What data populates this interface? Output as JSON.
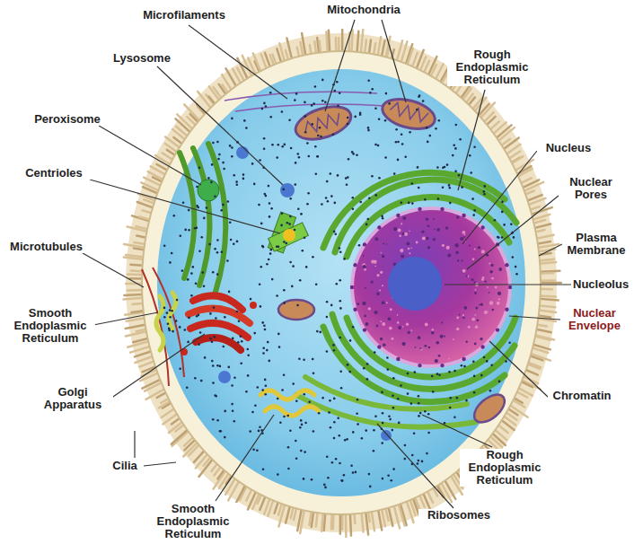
{
  "diagram": {
    "labels": [
      "Microfilaments",
      "Mitochondria",
      "Lysosome",
      "Rough Endoplasmic Reticulum",
      "Peroxisome",
      "Nucleus",
      "Nuclear Pores",
      "Centrioles",
      "Plasma Membrane",
      "Microtubules",
      "Smooth Endoplasmic Reticulum",
      "Nucleolus",
      "Nuclear Envelope",
      "Golgi Apparatus",
      "Chromatin",
      "Cilia",
      "Rough Endoplasmic Reticulum",
      "Smooth Endoplasmic Reticulum",
      "Ribosomes"
    ]
  }
}
